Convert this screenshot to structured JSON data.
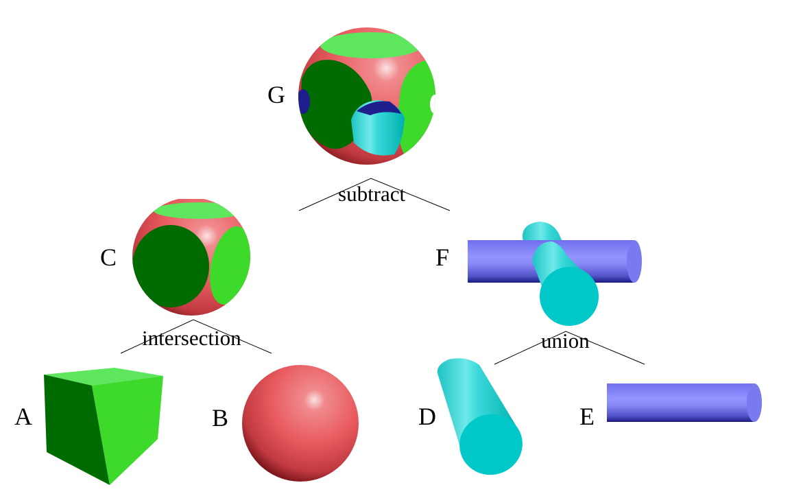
{
  "labels": {
    "a": "A",
    "b": "B",
    "c": "C",
    "d": "D",
    "e": "E",
    "f": "F",
    "g": "G"
  },
  "operations": {
    "intersection": "intersection",
    "union": "union",
    "subtract": "subtract"
  },
  "colors": {
    "green_top": "#5ee65e",
    "green_light": "#3dd92b",
    "green_dark": "#006b00",
    "red": "#e85a5e",
    "red_dark": "#7a0f16",
    "cyan": "#00c8c8",
    "cyan_light": "#4fe0e0",
    "blue": "#7a7af0",
    "blue_dark": "#1e1e8c"
  }
}
